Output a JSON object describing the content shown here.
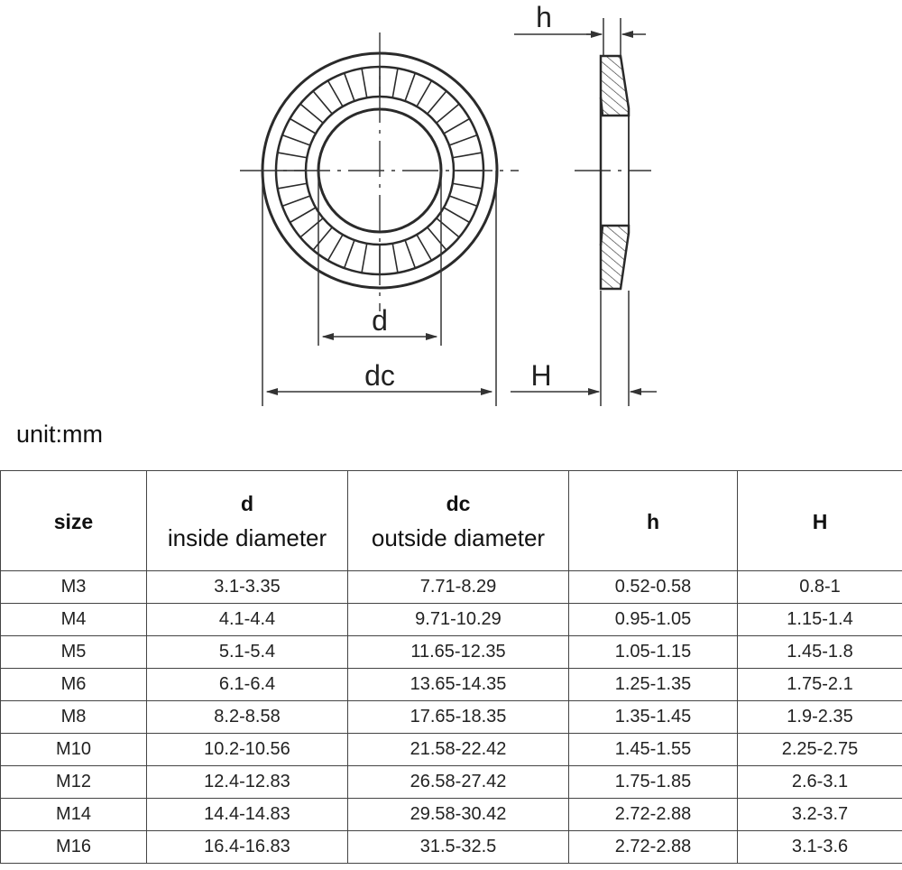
{
  "drawing": {
    "label_h_top": "h",
    "label_d": "d",
    "label_dc": "dc",
    "label_H": "H"
  },
  "unit_label": "unit:mm",
  "table": {
    "headers": [
      {
        "symbol": "size",
        "desc": ""
      },
      {
        "symbol": "d",
        "desc": "inside diameter"
      },
      {
        "symbol": "dc",
        "desc": "outside diameter"
      },
      {
        "symbol": "h",
        "desc": ""
      },
      {
        "symbol": "H",
        "desc": ""
      }
    ],
    "rows": [
      [
        "M3",
        "3.1-3.35",
        "7.71-8.29",
        "0.52-0.58",
        "0.8-1"
      ],
      [
        "M4",
        "4.1-4.4",
        "9.71-10.29",
        "0.95-1.05",
        "1.15-1.4"
      ],
      [
        "M5",
        "5.1-5.4",
        "11.65-12.35",
        "1.05-1.15",
        "1.45-1.8"
      ],
      [
        "M6",
        "6.1-6.4",
        "13.65-14.35",
        "1.25-1.35",
        "1.75-2.1"
      ],
      [
        "M8",
        "8.2-8.58",
        "17.65-18.35",
        "1.35-1.45",
        "1.9-2.35"
      ],
      [
        "M10",
        "10.2-10.56",
        "21.58-22.42",
        "1.45-1.55",
        "2.25-2.75"
      ],
      [
        "M12",
        "12.4-12.83",
        "26.58-27.42",
        "1.75-1.85",
        "2.6-3.1"
      ],
      [
        "M14",
        "14.4-14.83",
        "29.58-30.42",
        "2.72-2.88",
        "3.2-3.7"
      ],
      [
        "M16",
        "16.4-16.83",
        "31.5-32.5",
        "2.72-2.88",
        "3.1-3.6"
      ]
    ]
  }
}
